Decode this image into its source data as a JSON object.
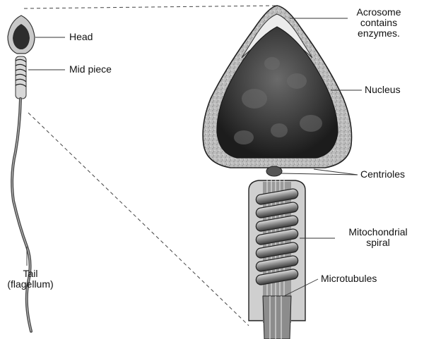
{
  "labels": {
    "head": "Head",
    "mid_piece": "Mid piece",
    "tail": [
      "Tail",
      "(flagellum)"
    ],
    "acrosome": [
      "Acrosome",
      "contains",
      "enzymes."
    ],
    "nucleus": "Nucleus",
    "centrioles": "Centrioles",
    "mitochondrial": [
      "Mitochondrial",
      "spiral"
    ],
    "microtubules": "Microtubules"
  }
}
